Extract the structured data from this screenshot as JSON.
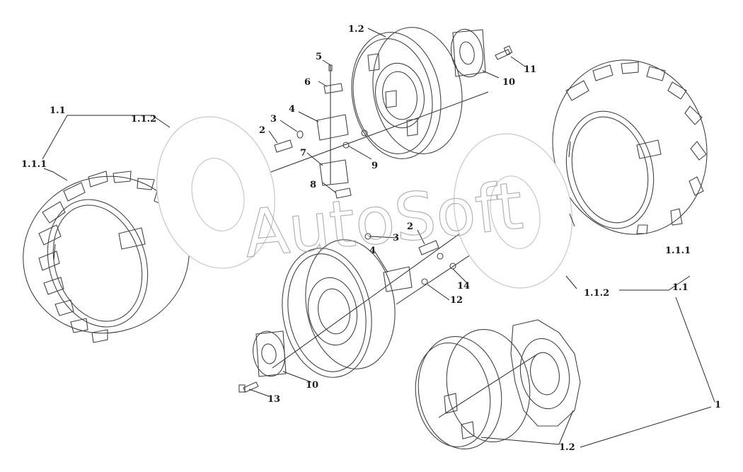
{
  "watermark": "AutoSoft",
  "callouts": {
    "c1": "1",
    "c1_1_left": "1.1",
    "c1_1_right": "1.1",
    "c1_1_1_left": "1.1.1",
    "c1_1_1_right": "1.1.1",
    "c1_1_2_left": "1.1.2",
    "c1_1_2_right": "1.1.2",
    "c1_2_top": "1.2",
    "c1_2_bottom": "1.2",
    "c2_top": "2",
    "c2_mid": "2",
    "c3_top": "3",
    "c3_mid": "3",
    "c4_top": "4",
    "c4_mid": "4",
    "c5": "5",
    "c6": "6",
    "c7": "7",
    "c8": "8",
    "c9": "9",
    "c10_top": "10",
    "c10_bottom": "10",
    "c11": "11",
    "c12": "12",
    "c13": "13",
    "c14": "14"
  }
}
